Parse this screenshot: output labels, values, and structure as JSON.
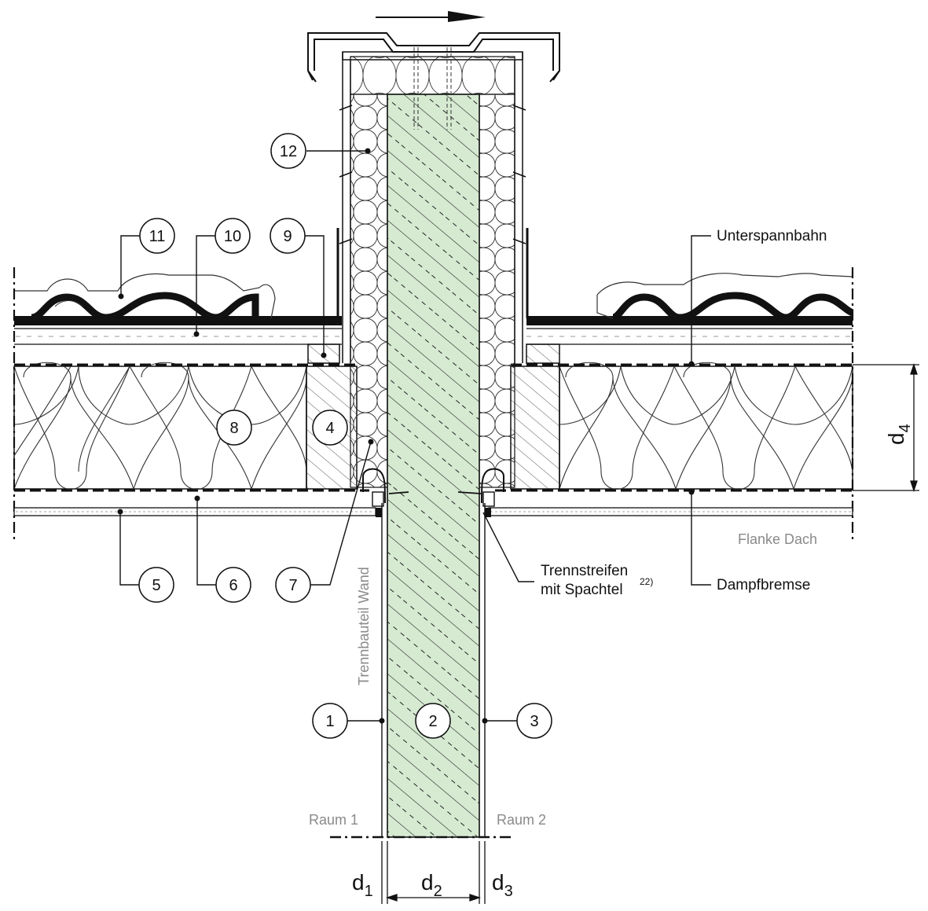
{
  "markers": {
    "m1": "1",
    "m2": "2",
    "m3": "3",
    "m4": "4",
    "m5": "5",
    "m6": "6",
    "m7": "7",
    "m8": "8",
    "m9": "9",
    "m10": "10",
    "m11": "11",
    "m12": "12"
  },
  "labels": {
    "unterspannbahn": "Unterspannbahn",
    "flanke_dach": "Flanke Dach",
    "trennstreifen_line1": "Trennstreifen",
    "trennstreifen_line2": "mit Spachtel",
    "trennstreifen_footnote": "22)",
    "dampfbremse": "Dampfbremse",
    "trennbauteil_wand": "Trennbauteil Wand",
    "raum1": "Raum 1",
    "raum2": "Raum 2"
  },
  "dimensions": {
    "d1": "d",
    "d1_sub": "1",
    "d2": "d",
    "d2_sub": "2",
    "d3": "d",
    "d3_sub": "3",
    "d4": "d",
    "d4_sub": "4"
  },
  "colors": {
    "wall_fill": "#d6ead2",
    "line": "#111111",
    "gray_text": "#8a8a8a"
  }
}
